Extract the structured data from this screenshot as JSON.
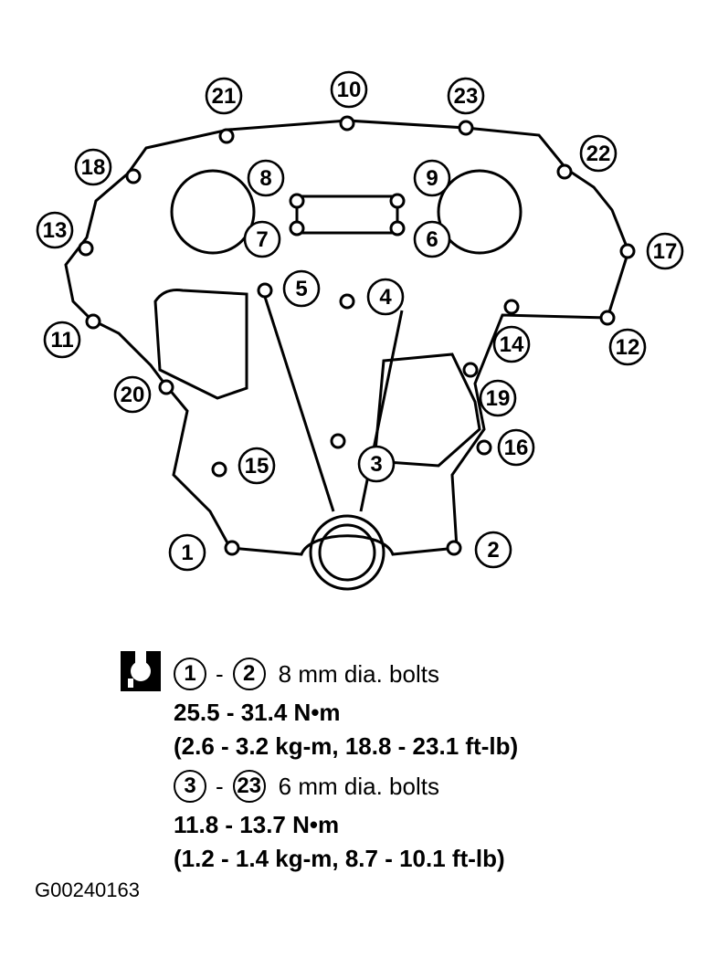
{
  "diagram": {
    "callouts": [
      {
        "label": "1"
      },
      {
        "label": "2"
      },
      {
        "label": "3"
      },
      {
        "label": "4"
      },
      {
        "label": "5"
      },
      {
        "label": "6"
      },
      {
        "label": "7"
      },
      {
        "label": "8"
      },
      {
        "label": "9"
      },
      {
        "label": "10"
      },
      {
        "label": "11"
      },
      {
        "label": "12"
      },
      {
        "label": "13"
      },
      {
        "label": "14"
      },
      {
        "label": "15"
      },
      {
        "label": "16"
      },
      {
        "label": "17"
      },
      {
        "label": "18"
      },
      {
        "label": "19"
      },
      {
        "label": "20"
      },
      {
        "label": "21"
      },
      {
        "label": "22"
      },
      {
        "label": "23"
      }
    ]
  },
  "legend": {
    "icon": "torque-wrench-icon",
    "group1": {
      "from": "1",
      "dash": "-",
      "to": "2",
      "description": "8 mm dia. bolts",
      "torque_metric": "25.5 - 31.4 N•m",
      "torque_other": "(2.6 - 3.2 kg-m, 18.8 - 23.1 ft-lb)"
    },
    "group2": {
      "from": "3",
      "dash": "-",
      "to": "23",
      "description": "6 mm dia. bolts",
      "torque_metric": "11.8 - 13.7 N•m",
      "torque_other": "(1.2 - 1.4 kg-m, 8.7 - 10.1 ft-lb)"
    }
  },
  "figure_code": "G00240163"
}
